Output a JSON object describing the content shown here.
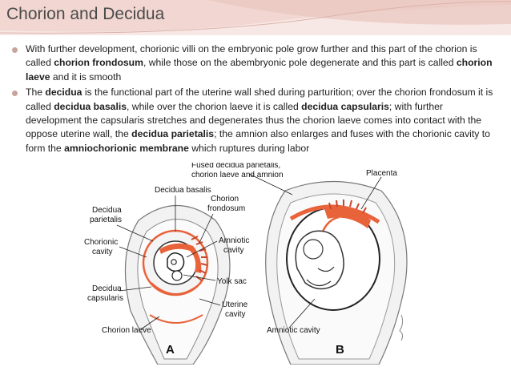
{
  "slide": {
    "title": "Chorion and Decidua",
    "bullets": [
      [
        "With further development, chorionic villi on the embryonic pole grow further and this part of the chorion is called ",
        "chorion frondosum",
        ", while those on the abembryonic pole degenerate and this part is called ",
        "chorion laeve",
        " and it is smooth"
      ],
      [
        "The ",
        "decidua",
        " is the functional part of the uterine wall shed during parturition; over the chorion frondosum it is called ",
        "decidua basalis",
        ", while over the chorion laeve it is called ",
        "decidua capsularis",
        "; with further development the capsularis stretches and degenerates thus the chorion laeve comes into contact with the oppose uterine wall, the ",
        "decidua parietalis",
        "; the amnion also enlarges and fuses with the chorionic cavity to form the ",
        "amniochorionic membrane",
        " which ruptures during labor"
      ]
    ]
  },
  "figure": {
    "labels_a": {
      "decidua_basalis": "Decidua basalis",
      "decidua_parietalis_1": "Decidua",
      "decidua_parietalis_2": "parietalis",
      "chorion_frondosum_1": "Chorion",
      "chorion_frondosum_2": "frondosum",
      "chorionic_cavity_1": "Chorionic",
      "chorionic_cavity_2": "cavity",
      "amniotic_cavity_1": "Amniotic",
      "amniotic_cavity_2": "cavity",
      "yolk_sac": "Yolk sac",
      "decidua_capsularis_1": "Decidua",
      "decidua_capsularis_2": "capsularis",
      "uterine_cavity_1": "Uterine",
      "uterine_cavity_2": "cavity",
      "chorion_laeve": "Chorion laeve",
      "panel": "A"
    },
    "labels_b": {
      "fused_1": "Fused decidua parietalis,",
      "fused_2": "chorion laeve and amnion",
      "placenta": "Placenta",
      "amniotic_cavity": "Amniotic cavity",
      "panel": "B"
    }
  },
  "colors": {
    "accent": "#e8623a",
    "banner": "#f3ddd9",
    "bullet": "#c9a39d"
  }
}
